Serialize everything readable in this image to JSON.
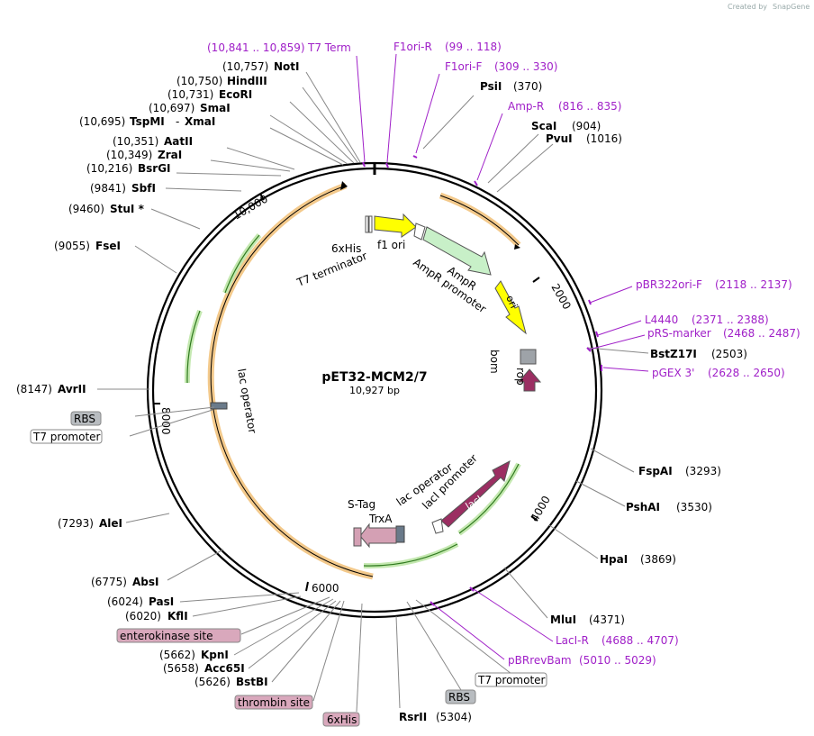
{
  "credit": "Created by",
  "credit_brand": "SnapGene",
  "plasmid": {
    "name": "pET32-MCM2/7",
    "size": "10,927 bp"
  },
  "ticks": [
    "2000",
    "4000",
    "6000",
    "8000",
    "10,000"
  ],
  "sites": [
    {
      "pos": "(10,757)",
      "name": "NotI"
    },
    {
      "pos": "(10,750)",
      "name": "HindIII"
    },
    {
      "pos": "(10,731)",
      "name": "EcoRI"
    },
    {
      "pos": "(10,697)",
      "name": "SmaI"
    },
    {
      "pos": "(10,695)",
      "name": "TspMI",
      "extra": "XmaI"
    },
    {
      "pos": "(10,351)",
      "name": "AatII"
    },
    {
      "pos": "(10,349)",
      "name": "ZraI"
    },
    {
      "pos": "(10,216)",
      "name": "BsrGI"
    },
    {
      "pos": "(9841)",
      "name": "SbfI"
    },
    {
      "pos": "(9460)",
      "name": "StuI *"
    },
    {
      "pos": "(9055)",
      "name": "FseI"
    },
    {
      "pos": "(8147)",
      "name": "AvrII"
    },
    {
      "pos": "(7293)",
      "name": "AleI"
    },
    {
      "pos": "(6775)",
      "name": "AbsI"
    },
    {
      "pos": "(6024)",
      "name": "PasI"
    },
    {
      "pos": "(6020)",
      "name": "KflI"
    },
    {
      "pos": "(5662)",
      "name": "KpnI"
    },
    {
      "pos": "(5658)",
      "name": "Acc65I"
    },
    {
      "pos": "(5626)",
      "name": "BstBI"
    },
    {
      "pos": "(5304)",
      "name": "RsrII"
    },
    {
      "pos": "(370)",
      "name": "PsiI"
    },
    {
      "pos": "(904)",
      "name": "ScaI"
    },
    {
      "pos": "(1016)",
      "name": "PvuI"
    },
    {
      "pos": "(2503)",
      "name": "BstZ17I"
    },
    {
      "pos": "(3293)",
      "name": "FspAI"
    },
    {
      "pos": "(3530)",
      "name": "PshAI"
    },
    {
      "pos": "(3869)",
      "name": "HpaI"
    },
    {
      "pos": "(4371)",
      "name": "MluI"
    }
  ],
  "primers": [
    {
      "name": "T7 Term",
      "range": "(10,841 .. 10,859)"
    },
    {
      "name": "F1ori-R",
      "range": "(99 .. 118)"
    },
    {
      "name": "F1ori-F",
      "range": "(309 .. 330)"
    },
    {
      "name": "Amp-R",
      "range": "(816 .. 835)"
    },
    {
      "name": "pBR322ori-F",
      "range": "(2118 .. 2137)"
    },
    {
      "name": "L4440",
      "range": "(2371 .. 2388)"
    },
    {
      "name": "pRS-marker",
      "range": "(2468 .. 2487)"
    },
    {
      "name": "pGEX 3'",
      "range": "(2628 .. 2650)"
    },
    {
      "name": "LacI-R",
      "range": "(4688 .. 4707)"
    },
    {
      "name": "pBRrevBam",
      "range": "(5010 .. 5029)"
    }
  ],
  "boxed": {
    "rbs_left": "RBS",
    "t7prom_left": "T7 promoter",
    "enterokinase": "enterokinase site",
    "thrombin": "thrombin site",
    "his_bottom": "6xHis",
    "rbs_bottom": "RBS",
    "t7prom_bottom": "T7 promoter"
  },
  "features": {
    "his": "6xHis",
    "f1ori": "f1 ori",
    "t7term": "T7 terminator",
    "ampr": "AmpR",
    "ampr_prom": "AmpR promoter",
    "ori": "ori",
    "bom": "bom",
    "rop": "rop",
    "lacop_left": "lac operator",
    "stag": "S-Tag",
    "trxa": "TrxA",
    "lacop": "lac operator",
    "laci_prom": "lacI promoter",
    "laci": "lacI"
  },
  "colors": {
    "primer": "#a020c8",
    "orf_orange": "#f3c98b",
    "orf_green": "#c4e8b0",
    "yellow": "#ffff00",
    "ampr": "#c8f0c8",
    "laci": "#9b2e62",
    "trxa": "#d4a0b4",
    "grey": "#9ea3a8"
  }
}
